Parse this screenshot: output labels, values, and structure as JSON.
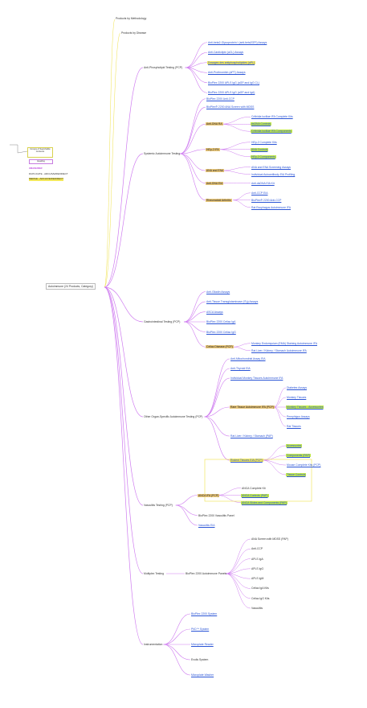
{
  "root": "Autoimmune (24 Products, Category)",
  "top": {
    "by_methodology": "Products by Methodology",
    "by_disease": "Products by Disease"
  },
  "legend": {
    "box1": "Groups of Searchable Contents",
    "box2": "Heading",
    "item1": "#MAIN#REF",
    "item2": "DUPLICATE - ARCHIVE/REDIRECT",
    "item3": "MERGE - ARCHIVE/REDIRECT"
  },
  "branches": [
    {
      "id": "b1",
      "label": "Anti-Phospholipid Testing (PCP)",
      "children": [
        {
          "label": "Anti-beta2-Glycoprotein I (anti-beta2GPI) Assays",
          "style": "link"
        },
        {
          "label": "Anti-Cardiolipin (aCL) Assays",
          "style": "link"
        },
        {
          "label": "Dosages des antiphospholipides (aPL)",
          "style": "hl-y"
        },
        {
          "label": "Anti-Prothrombin (aPT) Assays",
          "style": "link"
        },
        {
          "label": "BioPlex 2200 APLS IgG (aGP and IgG CL)",
          "style": "link"
        },
        {
          "label": "BioPlex 2200 APLS IgG (aGP and IgA)",
          "style": "link"
        }
      ]
    },
    {
      "id": "b2",
      "label": "Systemic Autoimmune Testing",
      "children": [
        {
          "label": "BioPlex 2200 Anti-CCP",
          "style": "link"
        },
        {
          "label": "BioPlex® 2200 ANA Screen with MDSS",
          "style": "link"
        },
        {
          "label": "Anti-DNA RA",
          "style": "hl-o",
          "children": [
            {
              "label": "Crithidia luciliae IFA Complete Kits",
              "style": "link"
            },
            {
              "label": "dsDNA Controls",
              "style": "hl-g"
            },
            {
              "label": "Crithidia luciliae IFA Components",
              "style": "hl-g"
            }
          ]
        },
        {
          "label": "HEp-2 IFA",
          "style": "hl-o",
          "children": [
            {
              "label": "HEp-2 Complete Kits",
              "style": "link"
            },
            {
              "label": "ANA Controls",
              "style": "hl-g"
            },
            {
              "label": "HEp-2 Components",
              "style": "hl-g"
            }
          ]
        },
        {
          "label": "ANA and ENA",
          "style": "hl-o",
          "children": [
            {
              "label": "ANA and ENA Screening Assays",
              "style": "link"
            },
            {
              "label": "Individual Autoantibody EIA Profiling",
              "style": "link"
            }
          ]
        },
        {
          "label": "Anti-DNA EIA",
          "style": "hl-o",
          "children": [
            {
              "label": "Anti-dsDNA EIA Kit",
              "style": "link"
            }
          ]
        },
        {
          "label": "Rheumatoid Arthritis",
          "style": "hl-o",
          "children": [
            {
              "label": "Anti-CCP EIA",
              "style": "link"
            },
            {
              "label": "BioPlex® 2200 Anti-CCP",
              "style": "link"
            },
            {
              "label": "Rat Esophagus Autoimmune IFA",
              "style": "link"
            }
          ]
        }
      ]
    },
    {
      "id": "b3",
      "label": "Gastrointestinal Testing (PCP)",
      "children": [
        {
          "label": "Anti-Gliadin Assays",
          "style": "link"
        },
        {
          "label": "Anti-Tissue Transglutaminase (tTg) Assays",
          "style": "link"
        },
        {
          "label": "ASCA Assays",
          "style": "link"
        },
        {
          "label": "BioPlex 2200 Celiac IgA",
          "style": "link"
        },
        {
          "label": "BioPlex 2200 Celiac IgG",
          "style": "link"
        },
        {
          "label": "Celiac Disease (PCP)",
          "style": "hl-o",
          "children": [
            {
              "label": "Monkey Endomysium (EMA) Staining Autoimmune IFA",
              "style": "link"
            },
            {
              "label": "Rat Liver / Kidney / Stomach Autoimmune IFA",
              "style": "link"
            }
          ]
        }
      ]
    },
    {
      "id": "b4",
      "label": "Other Organ-Specific Autoimmune Testing (PCP)",
      "children": [
        {
          "label": "Anti-Mitochondrial Assay EIA",
          "style": "link"
        },
        {
          "label": "Anti-Thyroid EIA",
          "style": "link"
        },
        {
          "label": "Individual Monkey Tissues Autoimmune IFA",
          "style": "link"
        },
        {
          "label": "Rare Tissue Autoimmune IFA (PCP)",
          "style": "hl-o",
          "children": [
            {
              "label": "Diabetes Assays",
              "style": "link"
            },
            {
              "label": "Monkey Tissues",
              "style": "link"
            },
            {
              "label": "Monkey Tissues - Accessories",
              "style": "hl-g"
            },
            {
              "label": "Pemphigus Assays",
              "style": "link"
            },
            {
              "label": "Rat Tissues",
              "style": "link"
            }
          ]
        },
        {
          "label": "Rat Liver / Kidney / Stomach (PAP)",
          "style": "link"
        },
        {
          "label": "Rodent Tissues EIA (PCP)",
          "style": "hl-y",
          "children": [
            {
              "label": "Accessories",
              "style": "hl-g"
            },
            {
              "label": "Components (PAP)",
              "style": "hl-g"
            },
            {
              "label": "Mouse Complete Kits (PCP)",
              "style": "link"
            },
            {
              "label": "Tissue Controls",
              "style": "hl-g"
            }
          ]
        }
      ]
    },
    {
      "id": "b5",
      "label": "Vasculitis Testing (PCP)",
      "children": [
        {
          "label": "ANCA IFA (PCP)",
          "style": "hl-o",
          "children": [
            {
              "label": "ANCA Complete Kit",
              "style": "plain"
            },
            {
              "label": "ANCA Controls (PAP)",
              "style": "hl-g"
            },
            {
              "label": "ANCA Slides and Components (PAP)",
              "style": "hl-g"
            }
          ]
        },
        {
          "label": "BioPlex 2200 Vasculitis Panel",
          "style": "plain"
        },
        {
          "label": "Vasculitis EIA",
          "style": "link"
        }
      ]
    },
    {
      "id": "b6",
      "label": "Multiplex Testing",
      "children": [
        {
          "label": "BioPlex 2200 Autoimmune Panels",
          "style": "plain",
          "children": [
            {
              "label": "ANA Screen with MDSS (PAP)",
              "style": "plain"
            },
            {
              "label": "Anti-CCP",
              "style": "plain"
            },
            {
              "label": "APLS IgA",
              "style": "plain"
            },
            {
              "label": "APLS IgG",
              "style": "plain"
            },
            {
              "label": "APLS IgM",
              "style": "plain"
            },
            {
              "label": "Celiac IgA Kits",
              "style": "plain"
            },
            {
              "label": "Celiac IgG Kits",
              "style": "plain"
            },
            {
              "label": "Vasculitis",
              "style": "plain"
            }
          ]
        }
      ]
    },
    {
      "id": "b7",
      "label": "Instrumentation",
      "children": [
        {
          "label": "BioPlex 2200 System",
          "style": "link"
        },
        {
          "label": "PhD™ System",
          "style": "link"
        },
        {
          "label": "Microplate Reader",
          "style": "link"
        },
        {
          "label": "Evolis System",
          "style": "plain"
        },
        {
          "label": "Microplate Washer",
          "style": "link"
        }
      ]
    }
  ],
  "colors": {
    "edge": "#cf7cf0",
    "top_edge": "#f0e24a",
    "link": "#2b55d6",
    "highlight_yellow": "#f3e85b",
    "highlight_green": "#c3ea4a",
    "highlight_orange": "#e9c77a"
  }
}
